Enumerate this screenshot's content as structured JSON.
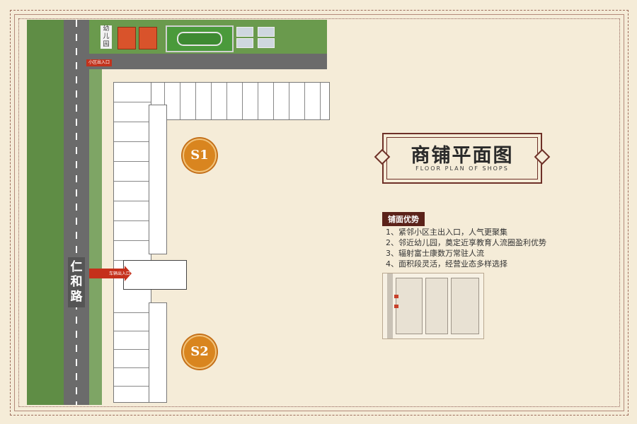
{
  "map": {
    "road_label": "仁和路",
    "kindergarten_label": "幼儿园",
    "entry_tag": "小区出入口",
    "car_entrance_label": "车辆出入口",
    "zones": [
      "S1",
      "S2"
    ]
  },
  "title": {
    "main": "商铺平面图",
    "sub": "FLOOR PLAN OF SHOPS"
  },
  "advantages": {
    "heading": "铺面优势",
    "items": [
      "1、紧邻小区主出入口，人气更聚集",
      "2、邻近幼儿园，奠定近享教育人流圈盈利优势",
      "3、辐射富士康数万常驻人流",
      "4、面积段灵活，经营业态多样选择"
    ]
  },
  "colors": {
    "background": "#f5ecd8",
    "frame": "#6e3027",
    "zone_circle": "#d9851f",
    "accent_red": "#c5301b",
    "green": "#5f8d45"
  }
}
